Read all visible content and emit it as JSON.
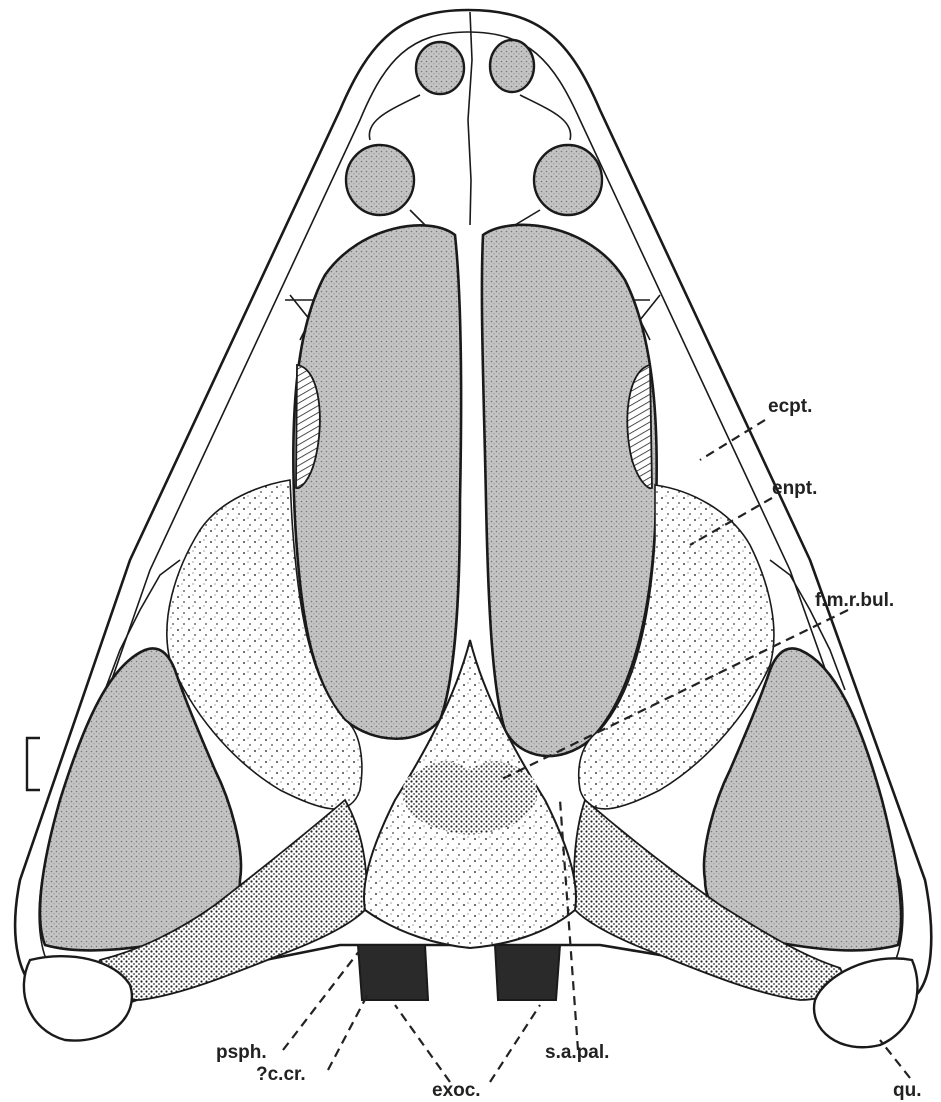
{
  "figure": {
    "labels": {
      "ecpt": "ecpt.",
      "enpt": "enpt.",
      "fmrbul": "f.m.r.bul.",
      "psph": "psph.",
      "ccr": "?c.cr.",
      "exoc": "exoc.",
      "sapal": "s.a.pal.",
      "qu": "qu."
    },
    "colors": {
      "ink": "#1a1a1a",
      "fenestra_fill": "#bcbcbc",
      "paper": "#ffffff"
    }
  }
}
